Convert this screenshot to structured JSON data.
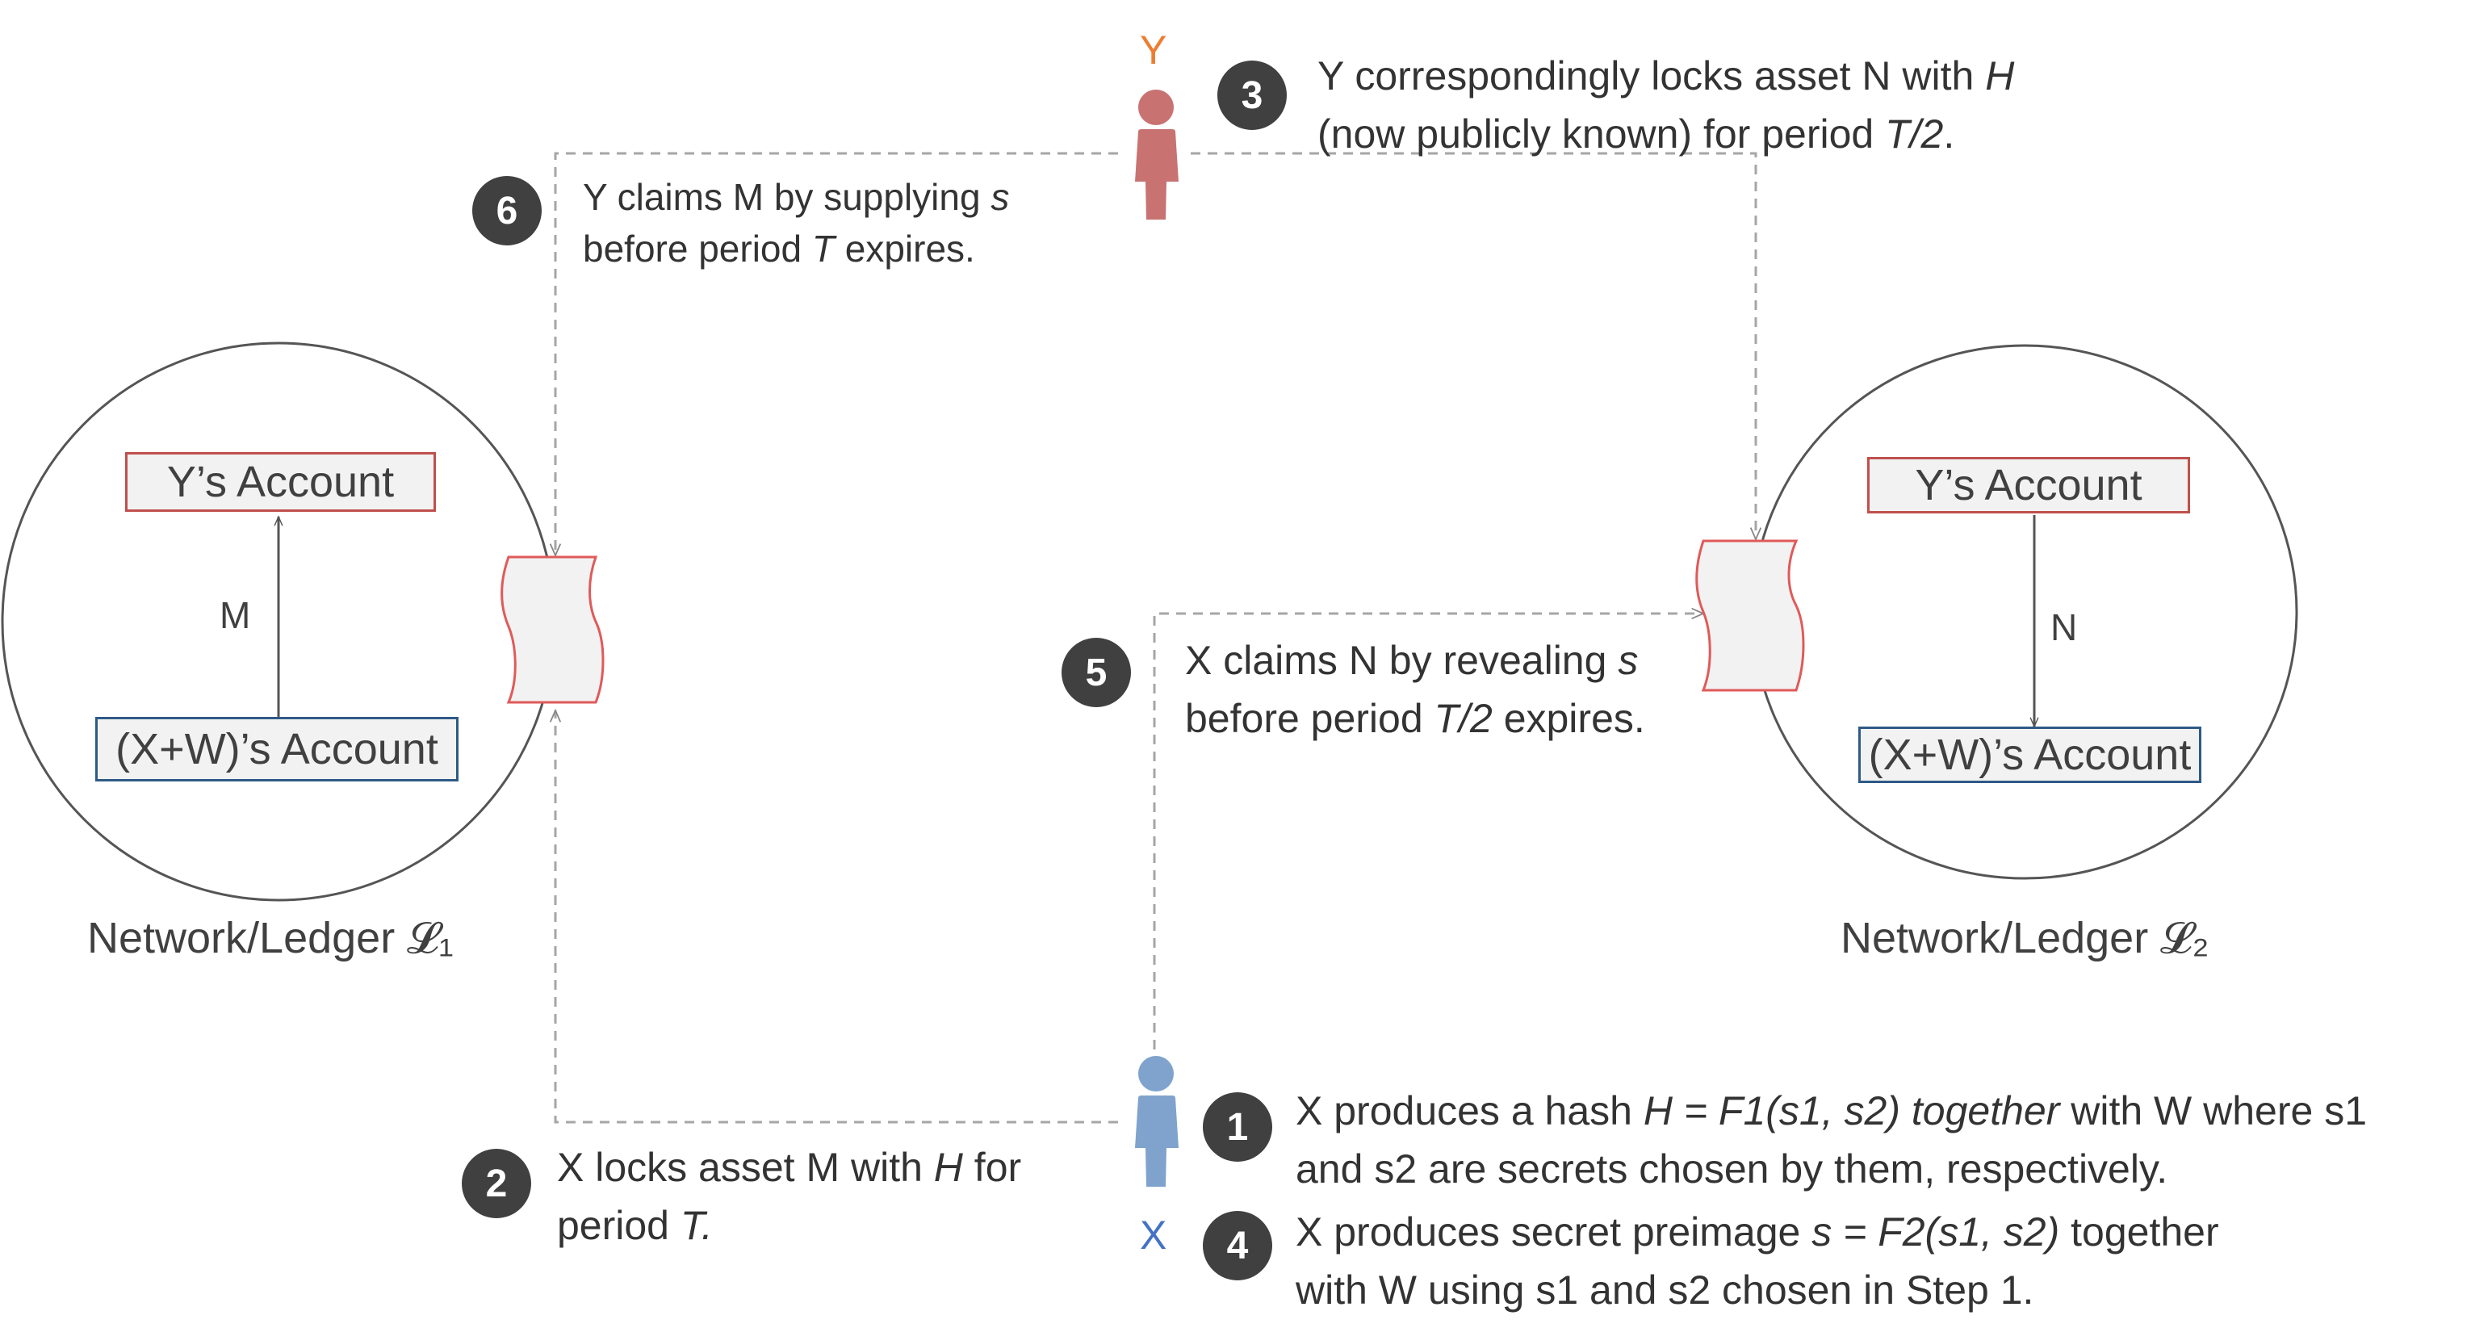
{
  "colors": {
    "actor_x": "#7fa3cc",
    "actor_y": "#c87272",
    "label_x": "#4472c4",
    "label_y": "#ed7d31",
    "badge": "#404040",
    "account_y_border": "#c0504d",
    "account_xw_border": "#2e5a87",
    "contract_border": "#e05a5a",
    "dashed_line": "#a6a6a6"
  },
  "actors": {
    "x_label": "X",
    "y_label": "Y"
  },
  "ledger1": {
    "label": "Network/Ledger 𝓛₁",
    "y_account": "Y’s Account",
    "xw_account": "(X+W)’s Account",
    "transfer_label": "M"
  },
  "ledger2": {
    "label": "Network/Ledger 𝓛₂",
    "y_account": "Y’s Account",
    "xw_account": "(X+W)’s Account",
    "transfer_label": "N"
  },
  "steps": {
    "s1": {
      "number": "1",
      "line1_a": "X produces a hash ",
      "line1_b": "H = F1(s1, s2) together",
      "line1_c": " with W where s1",
      "line2": "and s2 are secrets chosen by them, respectively."
    },
    "s2": {
      "number": "2",
      "line1_a": "X locks asset M with ",
      "line1_b": "H",
      "line1_c": " for",
      "line2_a": "period ",
      "line2_b": "T."
    },
    "s3": {
      "number": "3",
      "line1_a": "Y correspondingly locks asset N with ",
      "line1_b": "H",
      "line2_a": "(now publicly known) for period ",
      "line2_b": "T/2",
      "line2_c": "."
    },
    "s4": {
      "number": "4",
      "line1_a": "X produces secret preimage ",
      "line1_b": "s = F2(s1, s2)",
      "line1_c": " together",
      "line2": "with W using s1 and s2 chosen in Step 1."
    },
    "s5": {
      "number": "5",
      "line1_a": "X claims N by revealing ",
      "line1_b": "s",
      "line2_a": "before period ",
      "line2_b": "T/2",
      "line2_c": " expires."
    },
    "s6": {
      "number": "6",
      "line1_a": "Y claims M by supplying ",
      "line1_b": "s",
      "line2_a": "before period ",
      "line2_b": "T",
      "line2_c": " expires."
    }
  }
}
